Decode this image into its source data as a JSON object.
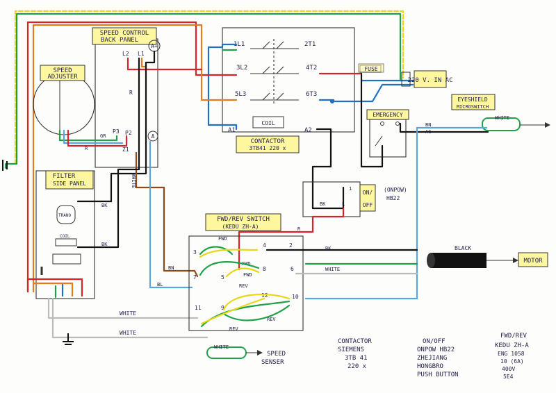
{
  "labels": {
    "speed_control": "SPEED CONTROL",
    "back_panel": "BACK PANEL",
    "speed_adjuster_1": "SPEED",
    "speed_adjuster_2": "ADJUSTER",
    "filter": "FILTER",
    "side_panel": "SIDE PANEL",
    "contactor_title": "CONTACTOR",
    "contactor_model": "3TB41 220 x",
    "coil": "COIL",
    "fuse": "FUSE",
    "supply": "220 V. IN AC",
    "emergency": "EMERGENCY",
    "eyeshield_1": "EYESHIELD",
    "eyeshield_2": "MICROSWITCH",
    "onoff_1": "ON/",
    "onoff_2": "OFF",
    "onpow": "(ONPOW)",
    "hb22": "HB22",
    "fwdrev_title": "FWD/REV SWITCH",
    "kedu": "(KEDU ZH-A)",
    "motor": "MOTOR",
    "black": "BLACK",
    "speed_sensor_1": "SPEED",
    "speed_sensor_2": "SENSER",
    "tran": "TRANO",
    "coil_small": "COIL"
  },
  "terminals": {
    "l1": "1L1",
    "l2": "3L2",
    "l3": "5L3",
    "t1": "2T1",
    "t2": "4T2",
    "t3": "6T3",
    "a1": "A1",
    "a2": "A2",
    "sc_l2": "L2",
    "sc_l1": "L1",
    "sc_aplus": "A+",
    "sc_p3": "P3",
    "sc_p2": "P2",
    "sc_z1": "Z1",
    "sc_a": "A",
    "sw_3": "3",
    "sw_4": "4",
    "sw_2": "2",
    "sw_7": "7",
    "sw_5": "5",
    "sw_6": "6",
    "sw_8": "8",
    "sw_12": "12",
    "sw_10": "10",
    "sw_11": "11",
    "sw_9": "9",
    "onoff_1": "1",
    "onoff_bk": "BK",
    "onoff_l": "L"
  },
  "wire_labels": {
    "r": "R",
    "gr": "GR",
    "bk": "BK",
    "bn": "BN",
    "bl": "BL",
    "white": "WHITE",
    "fwd": "FWD",
    "rev": "REV",
    "bn_ac": "BN",
    "ac": "AC"
  },
  "legend": {
    "contactor": [
      "CONTACTOR",
      "SIEMENS",
      "3TB 41",
      "220 x"
    ],
    "onoff": [
      "ON/OFF",
      "ONPOW HB22",
      "ZHEJIANG",
      "HONGBRO",
      "PUSH BUTTON"
    ],
    "fwdrev": [
      "FWD/REV",
      "KEDU ZH-A",
      "ENG 1058",
      "10 (6A)",
      "400V",
      "5E4"
    ]
  },
  "colors": {
    "red": "#d8232a",
    "blue": "#1f6fc2",
    "green": "#21a04a",
    "yellow": "#e8d81a",
    "orange": "#e57b1c",
    "brown": "#8a4a1c",
    "black": "#111111",
    "lightblue": "#5aa6d8",
    "highlight": "#fff7a0"
  }
}
